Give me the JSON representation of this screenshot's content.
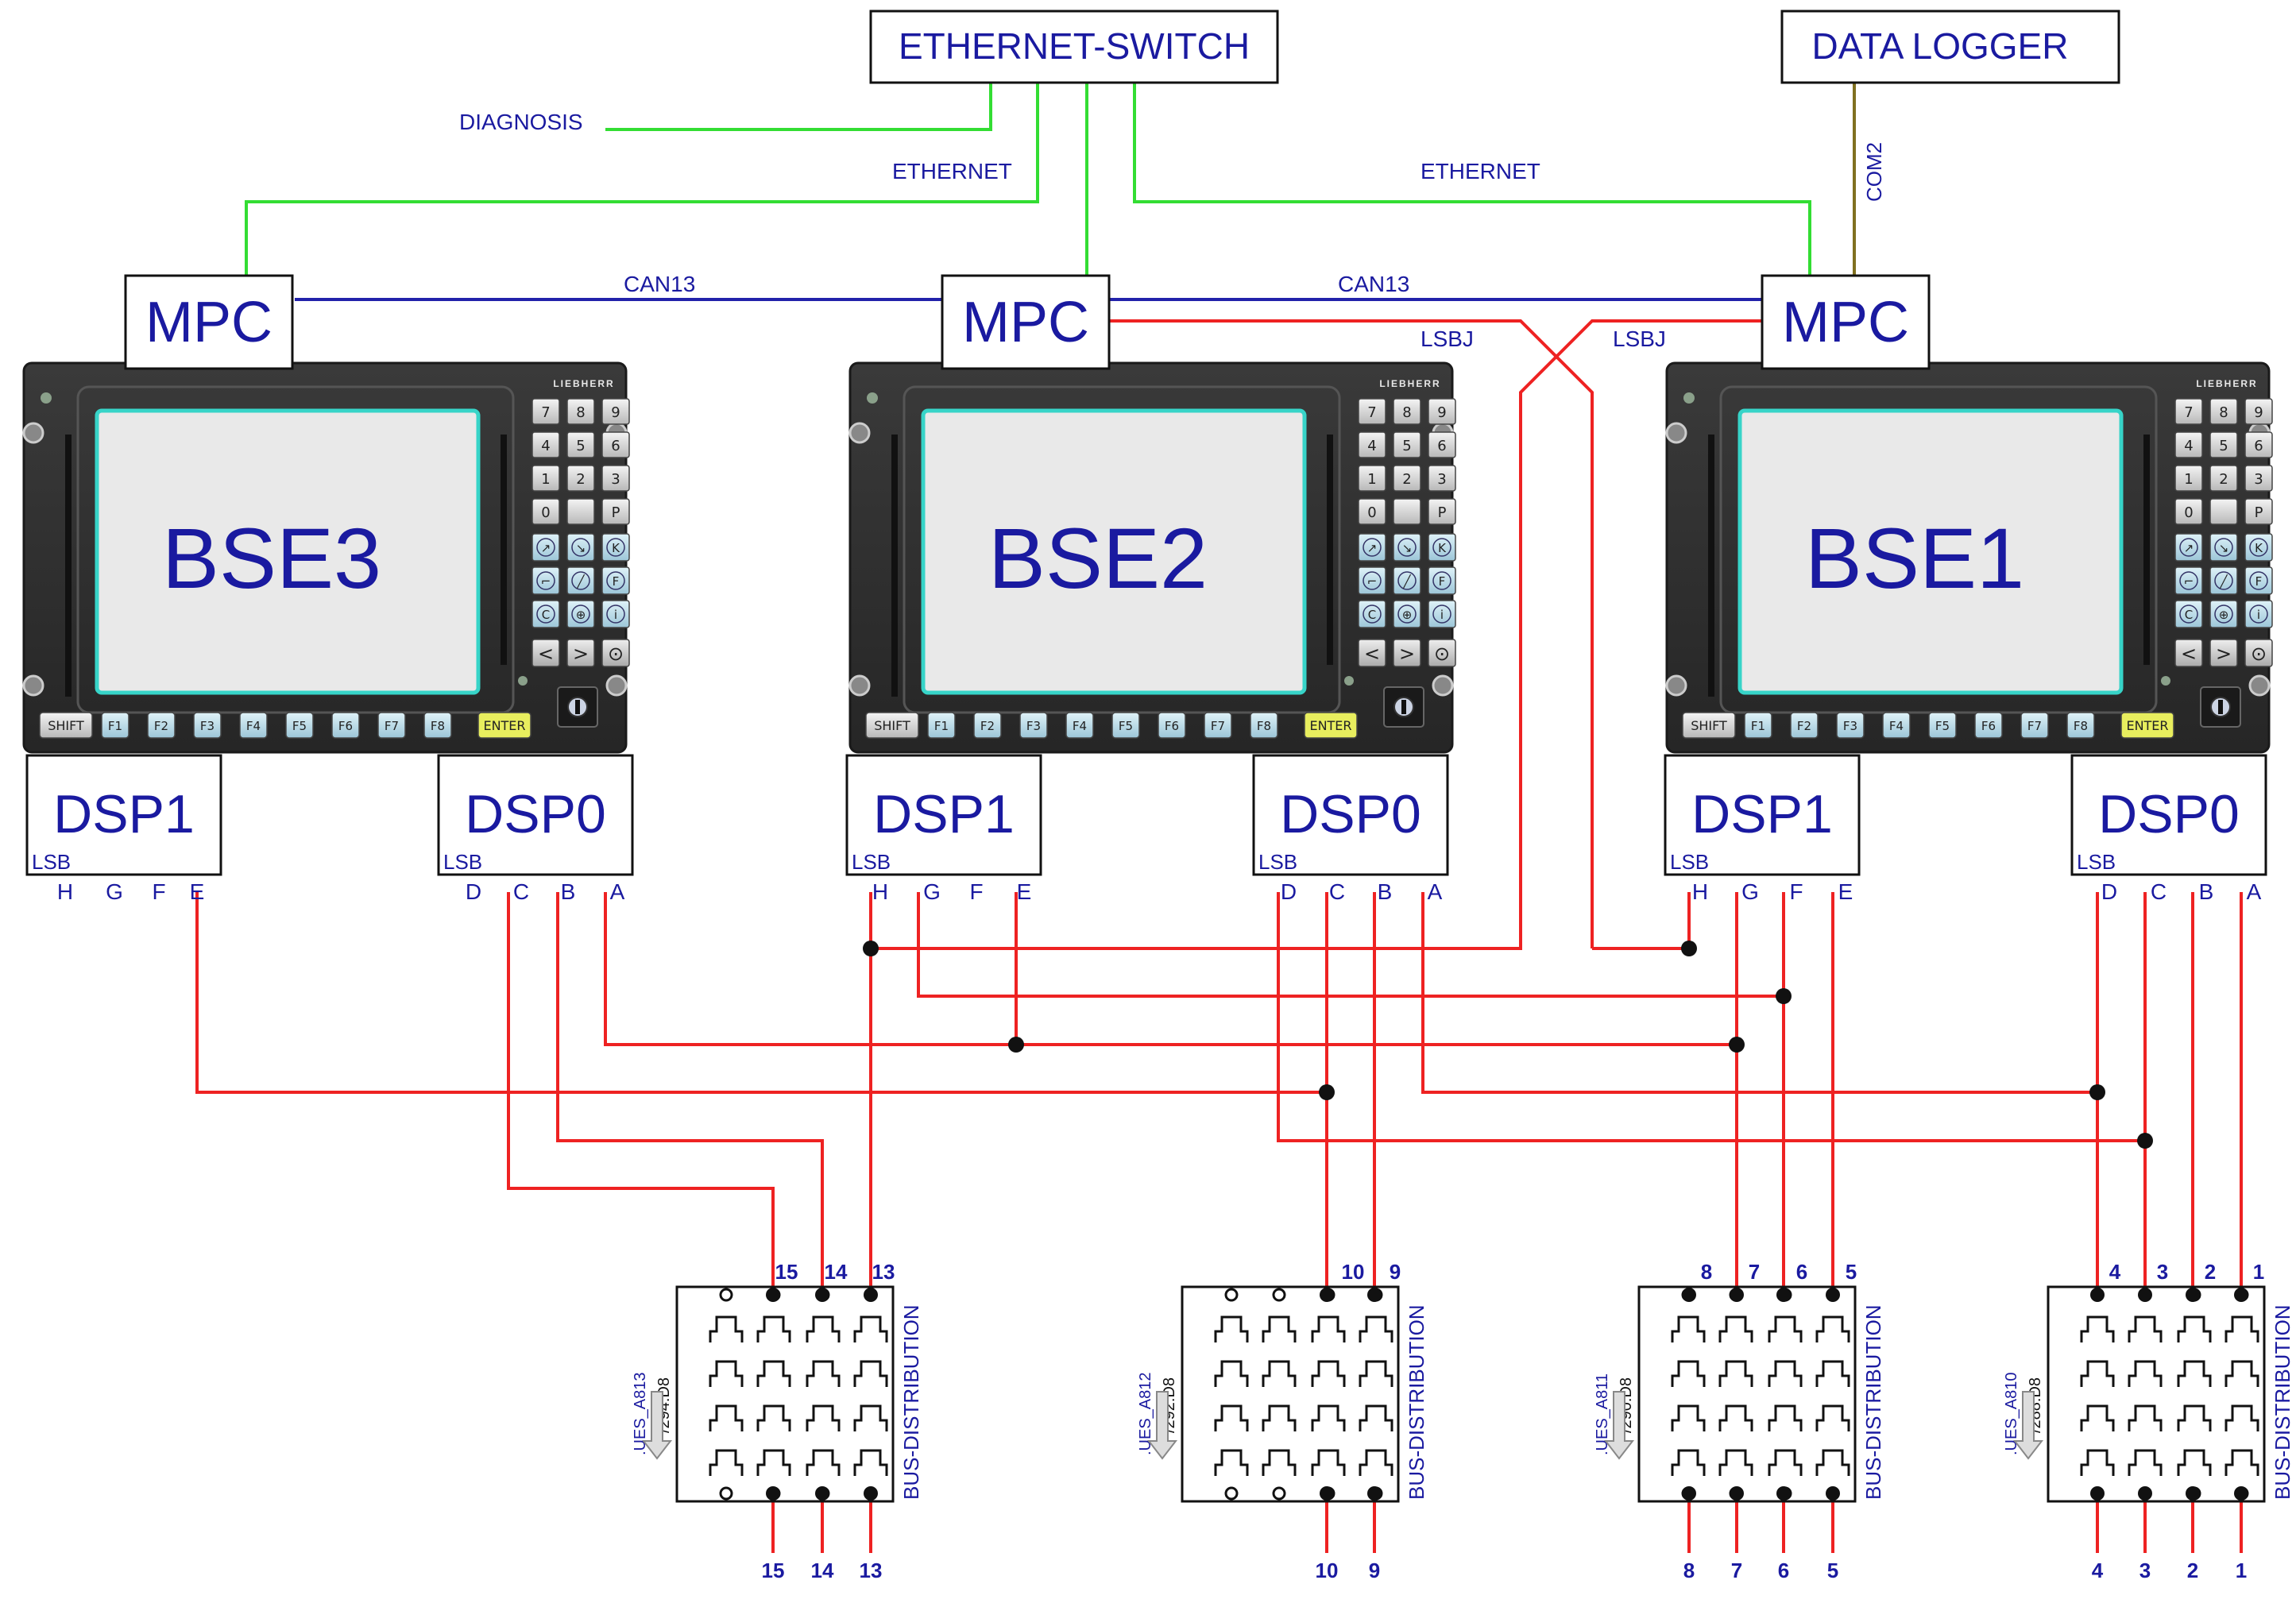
{
  "network": {
    "switch_label": "ETHERNET-SWITCH",
    "logger_label": "DATA LOGGER",
    "diagnosis_label": "DIAGNOSIS",
    "ethernet_label": "ETHERNET",
    "com2_label": "COM2",
    "can13_label": "CAN13",
    "lsbj_label": "LSBJ"
  },
  "controllers": [
    {
      "mpc": "MPC",
      "bse": "BSE3",
      "brand": "LIEBHERR"
    },
    {
      "mpc": "MPC",
      "bse": "BSE2",
      "brand": "LIEBHERR"
    },
    {
      "mpc": "MPC",
      "bse": "BSE1",
      "brand": "LIEBHERR"
    }
  ],
  "panel_keys": {
    "numpad": [
      "7",
      "8",
      "9",
      "4",
      "5",
      "6",
      "1",
      "2",
      "3",
      "0",
      "",
      "P"
    ],
    "fn_row": [
      "SHIFT",
      "F1",
      "F2",
      "F3",
      "F4",
      "F5",
      "F6",
      "F7",
      "F8",
      "ENTER"
    ],
    "icon_keys": [
      "crane-icon",
      "boom-icon",
      "k-icon",
      "hook-icon",
      "pencil-icon",
      "f-icon",
      "c-icon",
      "compass-icon",
      "info-icon",
      "left-arrow",
      "right-arrow",
      "target-icon"
    ],
    "arrow_glyphs": [
      "<",
      ">"
    ],
    "letter_keys": [
      "K",
      "F",
      "C",
      "i"
    ]
  },
  "dsp_boxes": [
    {
      "label": "DSP1",
      "sub": "LSB",
      "pins": [
        "H",
        "G",
        "F",
        "E"
      ]
    },
    {
      "label": "DSP0",
      "sub": "LSB",
      "pins": [
        "D",
        "C",
        "B",
        "A"
      ]
    },
    {
      "label": "DSP1",
      "sub": "LSB",
      "pins": [
        "H",
        "G",
        "F",
        "E"
      ]
    },
    {
      "label": "DSP0",
      "sub": "LSB",
      "pins": [
        "D",
        "C",
        "B",
        "A"
      ]
    },
    {
      "label": "DSP1",
      "sub": "LSB",
      "pins": [
        "H",
        "G",
        "F",
        "E"
      ]
    },
    {
      "label": "DSP0",
      "sub": "LSB",
      "pins": [
        "D",
        "C",
        "B",
        "A"
      ]
    }
  ],
  "distributions": [
    {
      "label": "BUS-DISTRIBUTION",
      "ref": ".UES_A813",
      "page": "/294.D8",
      "top_pins": [
        "15",
        "14",
        "13"
      ],
      "bottom_pins": [
        "15",
        "14",
        "13"
      ]
    },
    {
      "label": "BUS-DISTRIBUTION",
      "ref": ".UES_A812",
      "page": "/292.D8",
      "top_pins": [
        "10",
        "9"
      ],
      "bottom_pins": [
        "10",
        "9"
      ]
    },
    {
      "label": "BUS-DISTRIBUTION",
      "ref": ".UES_A811",
      "page": "/290.D8",
      "top_pins": [
        "8",
        "7",
        "6",
        "5"
      ],
      "bottom_pins": [
        "8",
        "7",
        "6",
        "5"
      ]
    },
    {
      "label": "BUS-DISTRIBUTION",
      "ref": ".UES_A810",
      "page": "/288.D8",
      "top_pins": [
        "4",
        "3",
        "2",
        "1"
      ],
      "bottom_pins": [
        "4",
        "3",
        "2",
        "1"
      ]
    }
  ],
  "colors": {
    "ethernet": "#33dd33",
    "can": "#2222aa",
    "bus": "#ee2222",
    "com": "#807020",
    "text": "#1a1aa0"
  }
}
